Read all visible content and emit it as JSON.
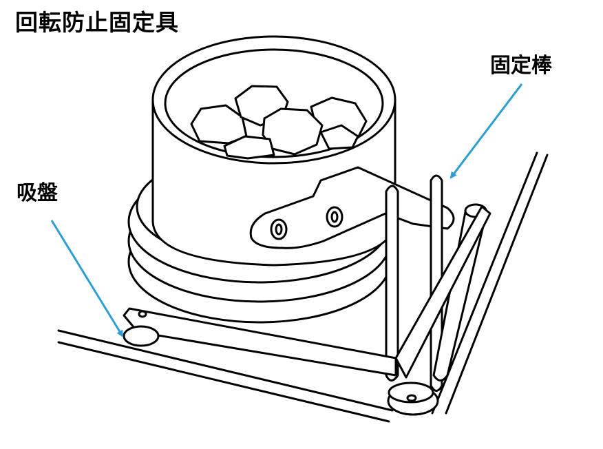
{
  "title": "回転防止固定具",
  "labels": {
    "fixing_rod": "固定棒",
    "suction_cup": "吸盤"
  },
  "colors": {
    "line": "#000000",
    "leader": "#2a9fd6",
    "background": "#ffffff"
  }
}
